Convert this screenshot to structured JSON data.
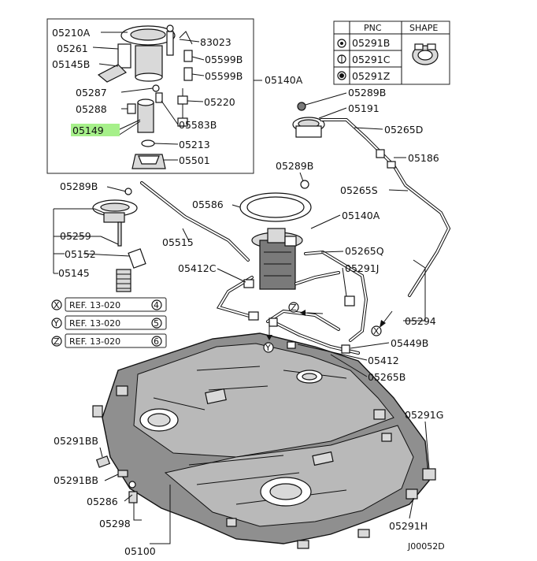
{
  "labels": {
    "l05210A": "05210A",
    "l05261": "05261",
    "l05145B": "05145B",
    "l83023": "83023",
    "l05599B_a": "05599B",
    "l05599B_b": "05599B",
    "l05140A_top": "05140A",
    "l05287": "05287",
    "l05288": "05288",
    "l05220": "05220",
    "l05149": "05149",
    "l05583B": "05583B",
    "l05213": "05213",
    "l05501": "05501",
    "l05289B_a": "05289B",
    "l05191": "05191",
    "l05265D": "05265D",
    "l05186": "05186",
    "l05289B_b": "05289B",
    "l05265S": "05265S",
    "l05289B_c": "05289B",
    "l05586": "05586",
    "l05140A_mid": "05140A",
    "l05515": "05515",
    "l05259": "05259",
    "l05152": "05152",
    "l05145": "05145",
    "l05265Q": "05265Q",
    "l05412C": "05412C",
    "l05291J": "05291J",
    "l05294": "05294",
    "l05449B": "05449B",
    "l05412": "05412",
    "l05265B": "05265B",
    "l05291G": "05291G",
    "l05291BB_a": "05291BB",
    "l05291BB_b": "05291BB",
    "l05286": "05286",
    "l05298": "05298",
    "l05291H": "05291H",
    "l05100": "05100",
    "refx": "REF. 13-020",
    "refy": "REF. 13-020",
    "refz": "REF. 13-020",
    "ref_num_4": "4",
    "ref_num_5": "5",
    "ref_num_6": "6",
    "key_x": "X",
    "key_y": "Y",
    "key_z": "Z",
    "arrow_x": "X",
    "arrow_y": "Y",
    "arrow_z": "Z",
    "code": "J00052D"
  },
  "legend": {
    "col_pnc": "PNC",
    "col_shape": "SHAPE",
    "rows": [
      "05291B",
      "05291C",
      "05291Z"
    ]
  },
  "colors": {
    "highlight": "#a6f08a",
    "line": "#111111"
  }
}
